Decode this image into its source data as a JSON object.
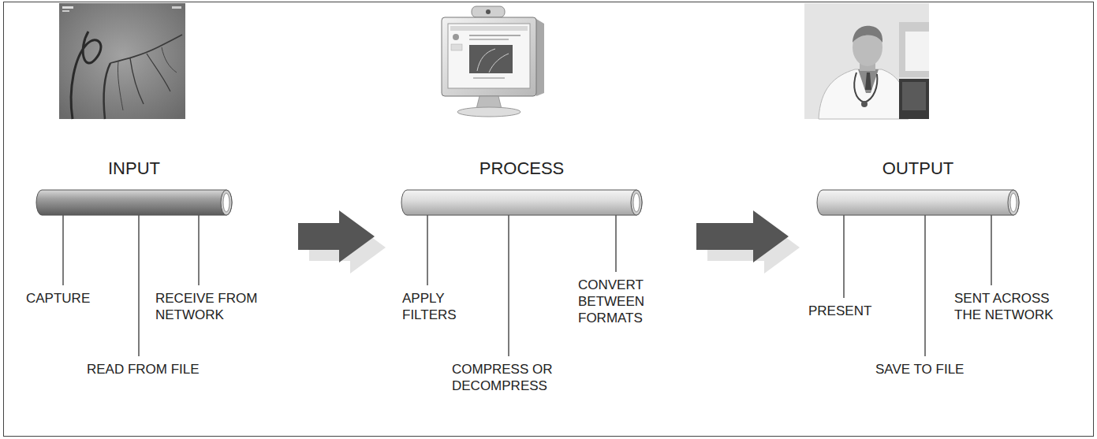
{
  "diagram": {
    "nodes": [
      {
        "text": [
          "INPUT"
        ]
      },
      {
        "text": [
          "PROCESS"
        ]
      },
      {
        "text": [
          "OUTPUT"
        ]
      }
    ],
    "edges": [
      {
        "from": 0,
        "to": 1,
        "arrow": "to"
      },
      {
        "from": 1,
        "to": 2,
        "arrow": "to"
      }
    ],
    "labels": [
      "CAPTURE",
      "READ FROM FILE",
      "RECEIVE FROM NETWORK",
      "APPLY FILTERS",
      "COMPRESS OR DECOMPRESS",
      "CONVERT BETWEEN FORMATS",
      "PRESENT",
      "SAVE TO FILE",
      "SENT ACROSS THE NETWORK"
    ]
  }
}
